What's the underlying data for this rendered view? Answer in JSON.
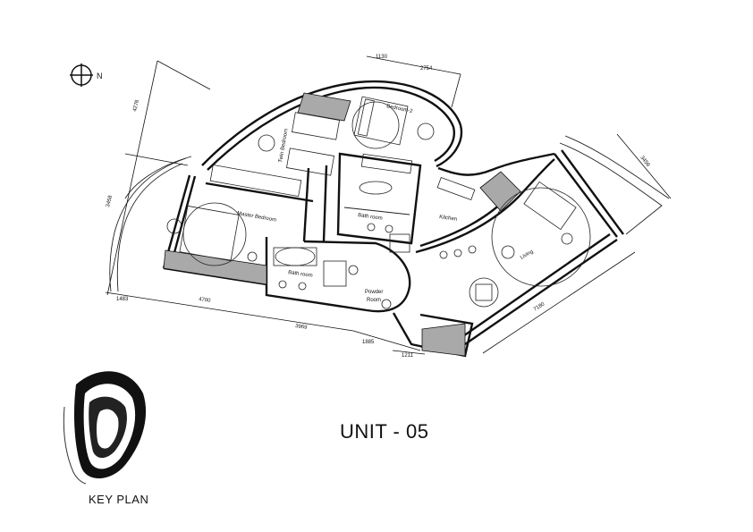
{
  "north_label": "N",
  "rooms": {
    "bedroom_2": "Bedroom-2",
    "twin_bedroom": "Twin Bedroom",
    "master_bedroom": "Master Bedroom",
    "bath_room_1": "Bath room",
    "bath_room_2": "Bath room",
    "kitchen": "Kitchen",
    "living": "Living",
    "powder_room_line1": "Powder",
    "powder_room_line2": "Room"
  },
  "dimensions": {
    "d4276": "4276",
    "d1130": "1130",
    "d2754": "2754",
    "d3458_left": "3458",
    "d3458_right": "3458",
    "d1483": "1483",
    "d4700": "4700",
    "d3969": "3969",
    "d1885": "1885",
    "d1211": "1211",
    "d7180": "7180"
  },
  "unit_title": "UNIT - 05",
  "key_plan_label": "KEY PLAN"
}
